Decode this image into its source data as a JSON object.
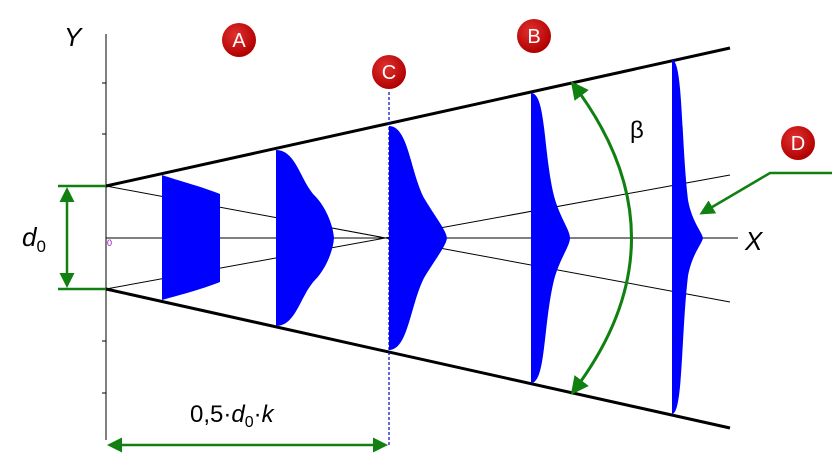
{
  "axes": {
    "y_label": "Y",
    "x_label": "X",
    "origin_label": "0"
  },
  "markers": [
    {
      "id": "marker-a",
      "label": "A"
    },
    {
      "id": "marker-b",
      "label": "B"
    },
    {
      "id": "marker-c",
      "label": "C"
    },
    {
      "id": "marker-d",
      "label": "D"
    }
  ],
  "labels": {
    "beta": "β",
    "d0_main": "d",
    "d0_sub": "0",
    "distance_prefix": "0,5·",
    "distance_d": "d",
    "distance_sub": "0",
    "distance_dot": "·",
    "distance_k": "k"
  },
  "colors": {
    "profile_fill": "#0000ff",
    "arrow_green": "#108010",
    "marker_red": "#c00000",
    "line_black": "#000000",
    "dashed_blue": "#0000cc"
  }
}
